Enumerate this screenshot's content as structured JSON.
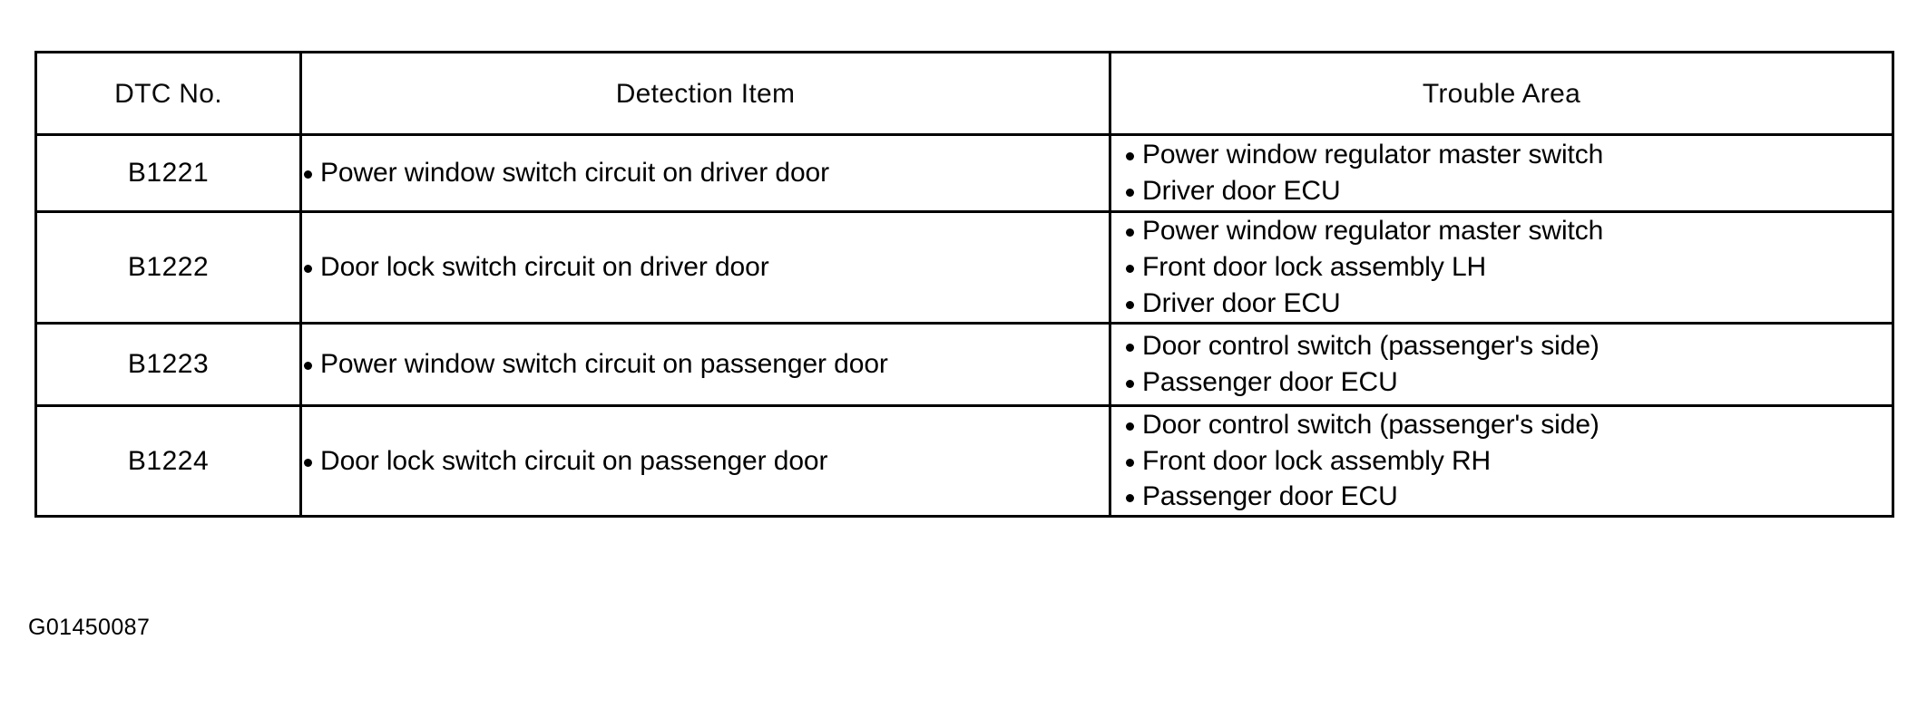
{
  "document": {
    "figure_code": "G01450087"
  },
  "table": {
    "headers": [
      {
        "label": "DTC No."
      },
      {
        "label": "Detection Item"
      },
      {
        "label": "Trouble Area"
      }
    ],
    "rows": [
      {
        "dtc": "B1221",
        "detection_items": [
          "Power window switch circuit on driver door"
        ],
        "trouble_areas": [
          "Power window regulator master switch",
          "Driver door ECU"
        ]
      },
      {
        "dtc": "B1222",
        "detection_items": [
          "Door lock switch circuit on driver door"
        ],
        "trouble_areas": [
          "Power window regulator master switch",
          "Front door lock assembly LH",
          "Driver door ECU"
        ]
      },
      {
        "dtc": "B1223",
        "detection_items": [
          "Power window switch circuit on passenger door"
        ],
        "trouble_areas": [
          "Door control switch (passenger's side)",
          "Passenger door ECU"
        ]
      },
      {
        "dtc": "B1224",
        "detection_items": [
          "Door lock switch circuit on passenger door"
        ],
        "trouble_areas": [
          "Door control switch (passenger's side)",
          "Front door lock assembly RH",
          "Passenger door ECU"
        ]
      }
    ]
  },
  "colors": {
    "ink": "#000000",
    "paper": "#ffffff"
  }
}
